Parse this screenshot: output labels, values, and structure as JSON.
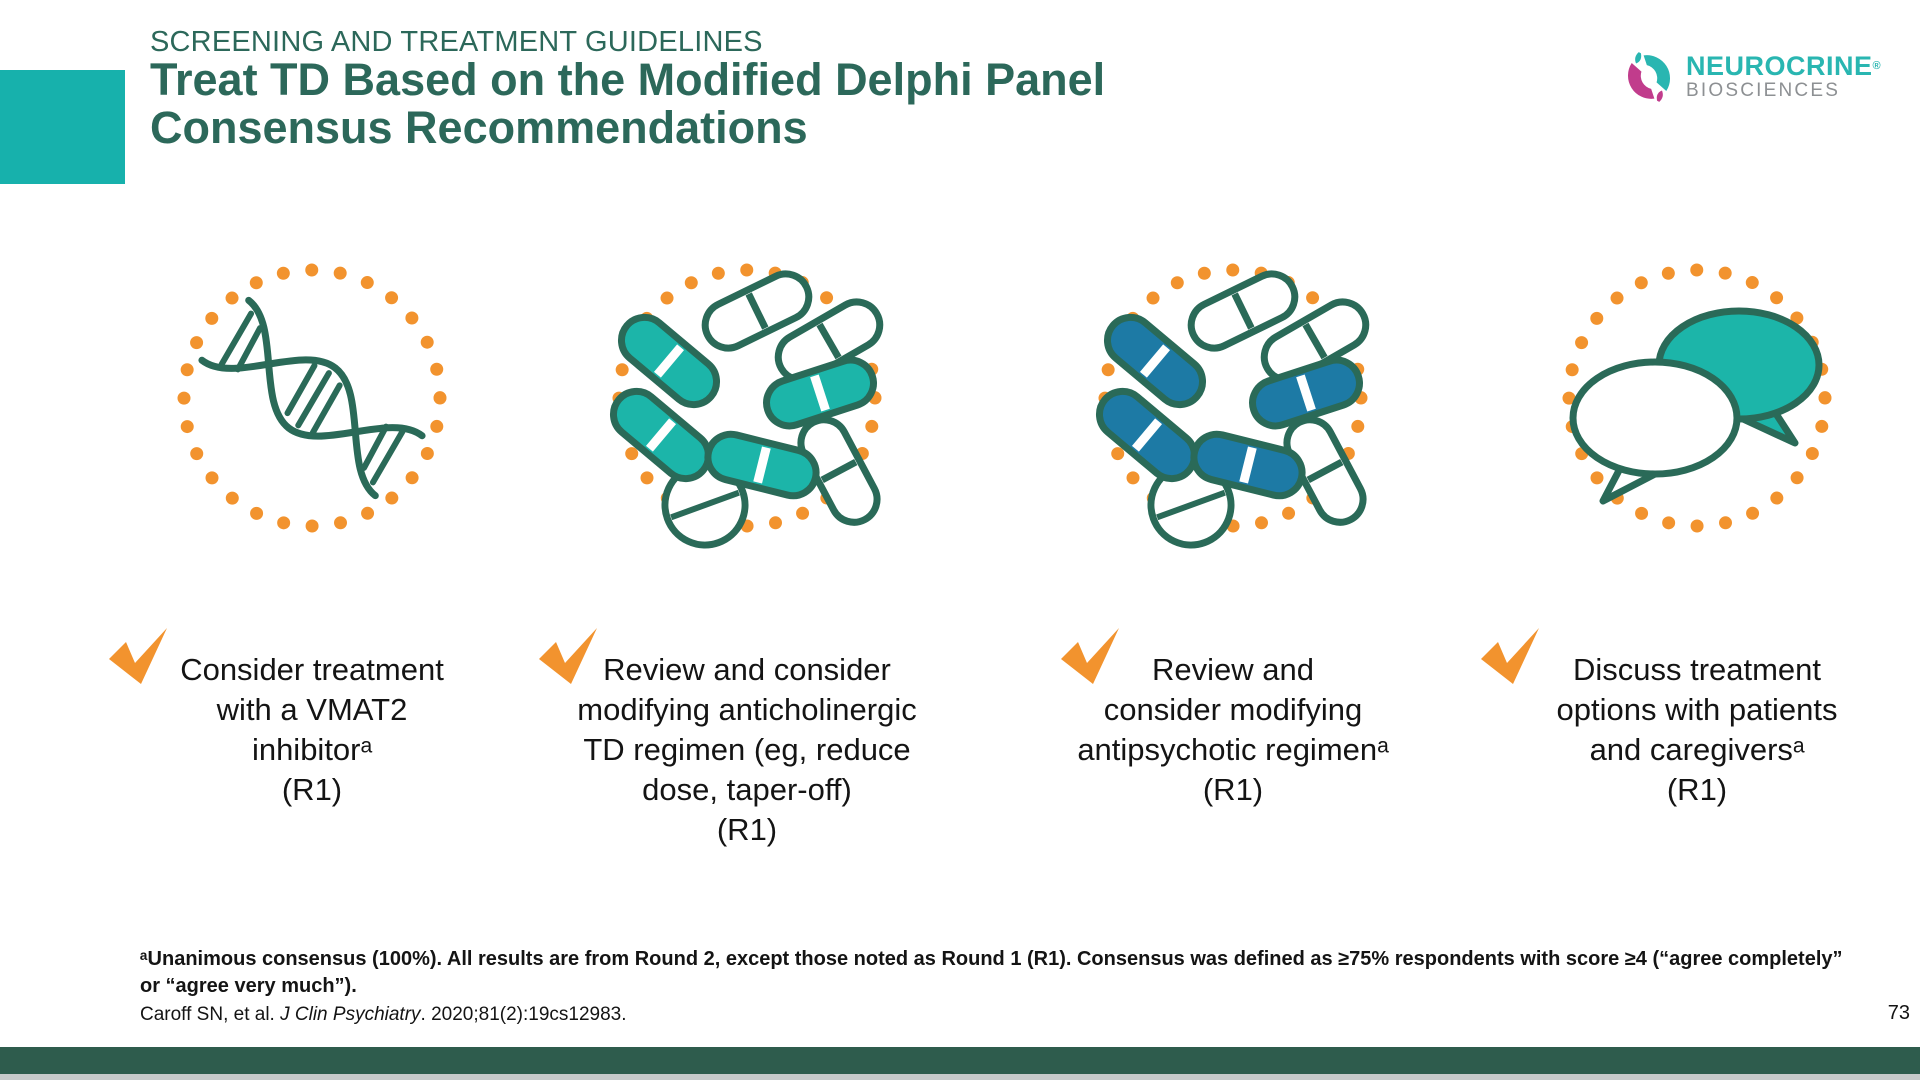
{
  "slide": {
    "eyebrow": "SCREENING AND TREATMENT GUIDELINES",
    "title_line1": "Treat TD Based on the Modified Delphi Panel",
    "title_line2": "Consensus Recommendations",
    "page_number": "73"
  },
  "logo": {
    "name": "NEUROCRINE",
    "reg": "®",
    "sub": "BIOSCIENCES"
  },
  "cards": [
    {
      "icon": "dna-helix-icon",
      "lines": [
        "Consider treatment",
        "with a VMAT2",
        "inhibitorᵃ",
        "(R1)"
      ]
    },
    {
      "icon": "pills-teal-icon",
      "lines": [
        "Review and consider",
        "modifying anticholinergic",
        "TD regimen (eg, reduce",
        "dose, taper-off)",
        "(R1)"
      ]
    },
    {
      "icon": "pills-blue-icon",
      "lines": [
        "Review and",
        "consider modifying",
        "antipsychotic regimenᵃ",
        "(R1)"
      ]
    },
    {
      "icon": "speech-bubbles-icon",
      "lines": [
        "Discuss treatment",
        "options with patients",
        "and caregiversᵃ",
        "(R1)"
      ]
    }
  ],
  "footnote": {
    "bold_text": "ᵃUnanimous consensus (100%). All results are from Round 2, except those noted as Round 1 (R1). Consensus was defined as ≥75% respondents with score ≥4 (“agree completely” or “agree very much”).",
    "citation_prefix": "Caroff SN, et al. ",
    "citation_journal": "J Clin Psychiatry",
    "citation_suffix": ". 2020;81(2):19cs12983."
  },
  "colors": {
    "teal": "#17B1AC",
    "green": "#2C685A",
    "outline": "#2A6A58",
    "orange": "#F2932E",
    "pill_teal": "#1CB5A9",
    "pill_blue": "#1D7AA5",
    "footer_green": "#2E5C4D",
    "logo_teal": "#29B6B1",
    "logo_magenta": "#C13C8C",
    "logo_gray": "#8D9093"
  }
}
